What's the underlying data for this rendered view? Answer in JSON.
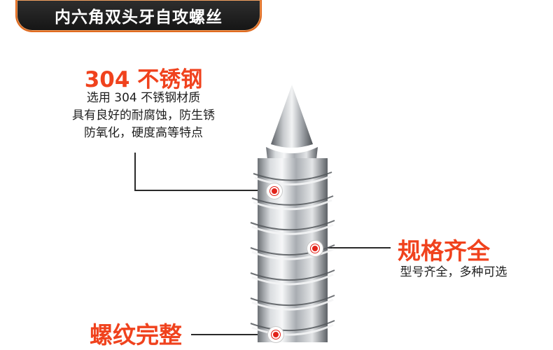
{
  "banner": {
    "title": "内六角双头牙自攻螺丝"
  },
  "features": [
    {
      "heading": "304 不锈钢",
      "lines": [
        "选用 304 不锈钢材质",
        "具有良好的耐腐蚀，防生锈",
        "防氧化，硬度高等特点"
      ]
    },
    {
      "heading": "规格齐全",
      "lines": [
        "型号齐全，多种可选"
      ]
    },
    {
      "heading": "螺纹完整",
      "lines": []
    }
  ],
  "colors": {
    "accent": "#f0421d",
    "banner_bg": "#1c1c1c",
    "banner_border": "#e06a1f",
    "marker": "#e2231a"
  }
}
